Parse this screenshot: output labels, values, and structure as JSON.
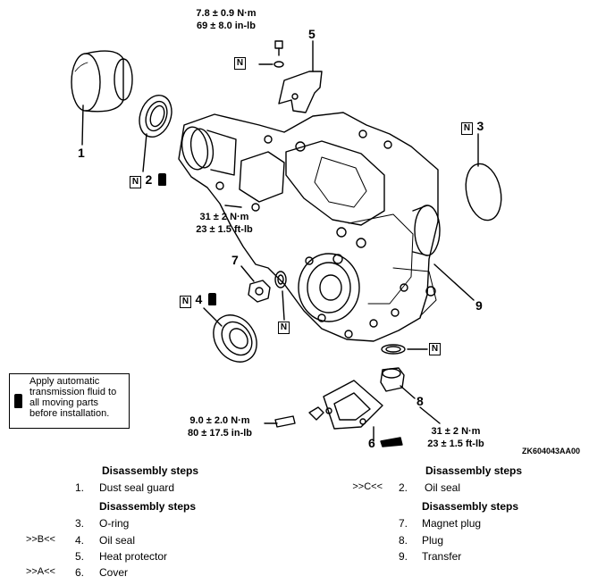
{
  "torques": {
    "t1_a": "7.8 ± 0.9 N·m",
    "t1_b": "69 ± 8.0 in-lb",
    "t2_a": "31 ± 2 N·m",
    "t2_b": "23 ± 1.5 ft-lb",
    "t3_a": "9.0 ± 2.0 N·m",
    "t3_b": "80 ± 17.5 in-lb",
    "t4_a": "31 ± 2 N·m",
    "t4_b": "23 ± 1.5 ft-lb"
  },
  "callouts": {
    "n1": "1",
    "n2": "2",
    "n3": "3",
    "n4": "4",
    "n5": "5",
    "n6": "6",
    "n7": "7",
    "n8": "8",
    "n9": "9",
    "new_mark": "N"
  },
  "legend_text": "Apply automatic transmission fluid to all moving parts before installation.",
  "figure_code": "ZK604043AA00",
  "left_column": {
    "heading1": "Disassembly steps",
    "heading2": "Disassembly steps",
    "steps": [
      {
        "mark": "",
        "no": "1.",
        "name": "Dust seal guard"
      },
      {
        "mark": "",
        "no": "3.",
        "name": "O-ring"
      },
      {
        "mark": ">>B<<",
        "no": "4.",
        "name": "Oil seal"
      },
      {
        "mark": "",
        "no": "5.",
        "name": "Heat protector"
      },
      {
        "mark": ">>A<<",
        "no": "6.",
        "name": "Cover"
      }
    ]
  },
  "right_column": {
    "heading1": "Disassembly steps",
    "heading2": "Disassembly steps",
    "steps": [
      {
        "mark": ">>C<<",
        "no": "2.",
        "name": "Oil seal"
      },
      {
        "mark": "",
        "no": "7.",
        "name": "Magnet plug"
      },
      {
        "mark": "",
        "no": "8.",
        "name": "Plug"
      },
      {
        "mark": "",
        "no": "9.",
        "name": "Transfer"
      }
    ]
  }
}
